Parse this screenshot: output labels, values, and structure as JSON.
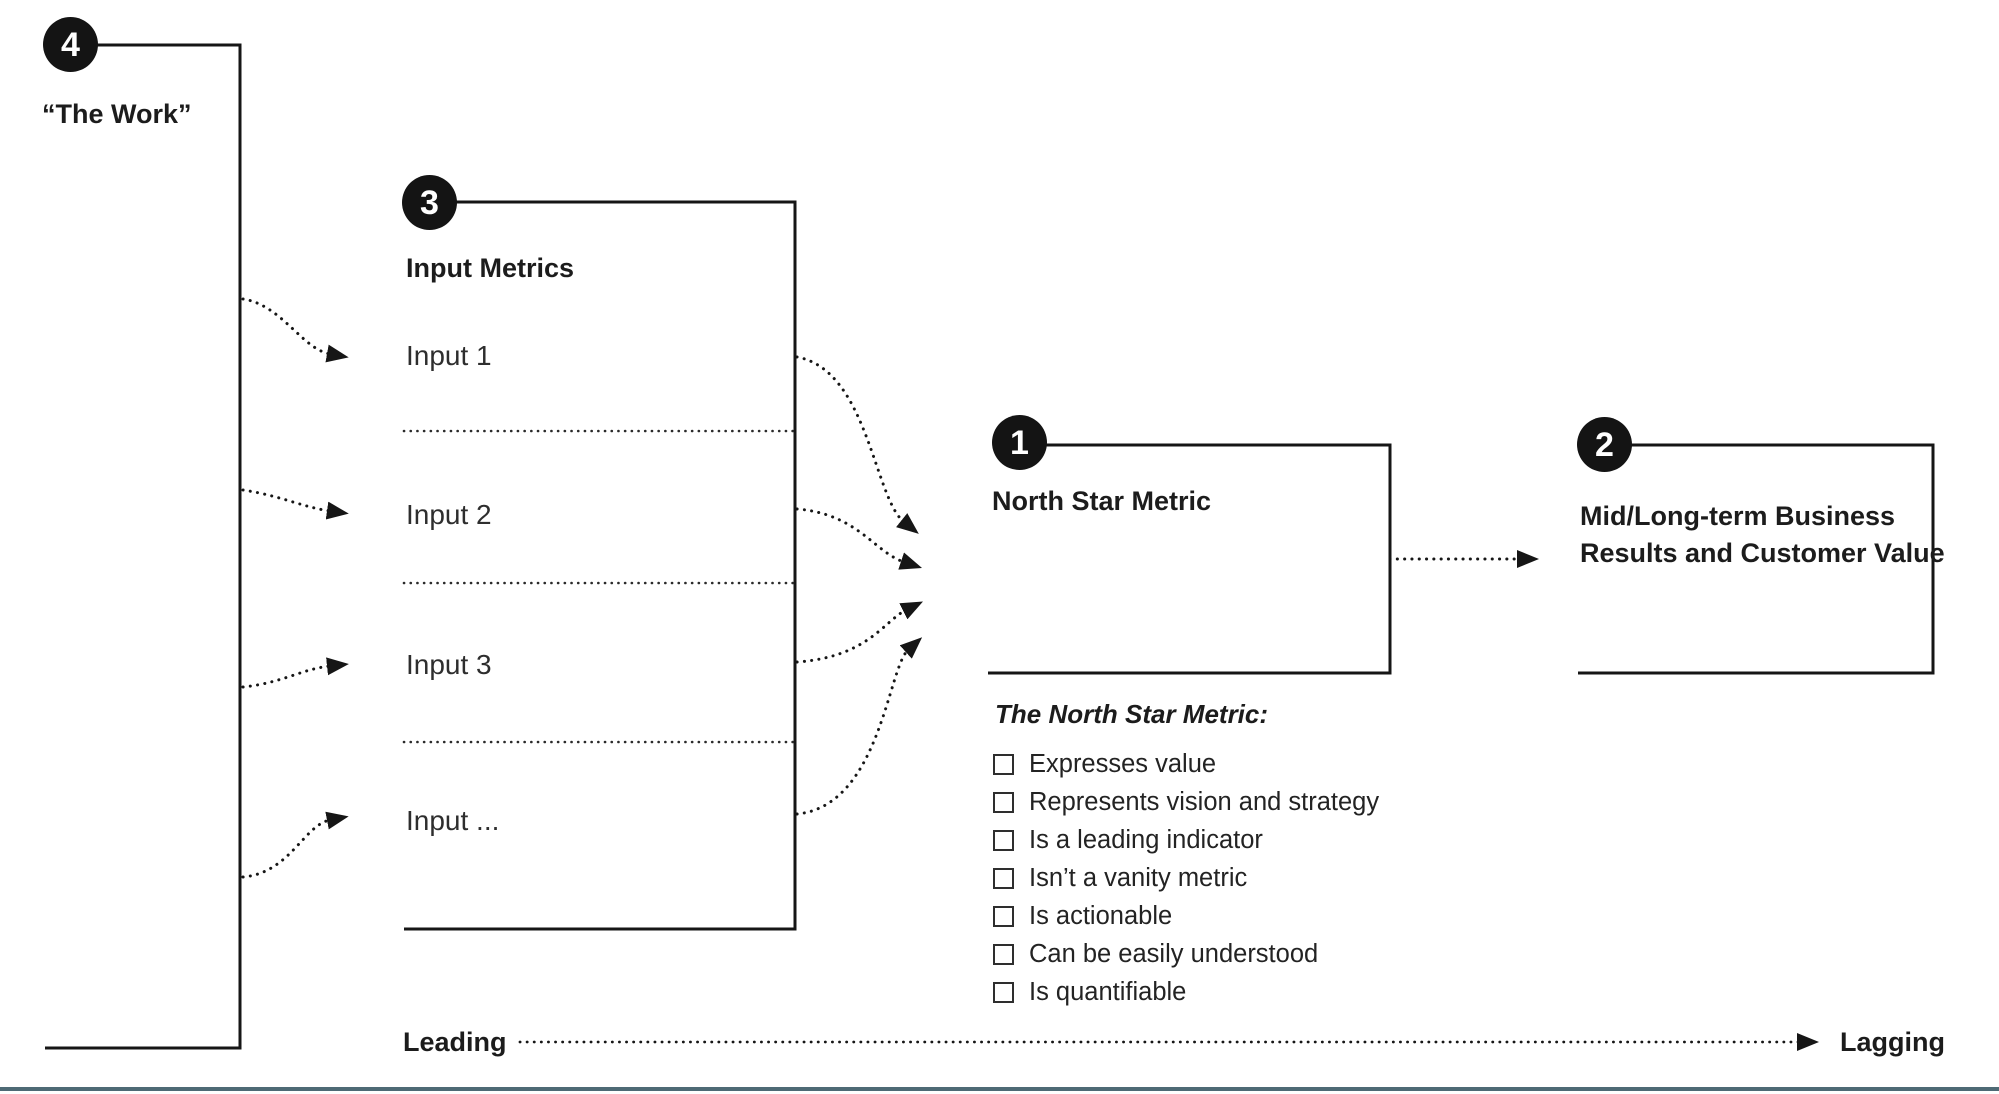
{
  "diagram": {
    "work": {
      "badge": "4",
      "label": "“The Work”"
    },
    "inputs": {
      "badge": "3",
      "title": "Input Metrics",
      "items": [
        "Input 1",
        "Input 2",
        "Input 3",
        "Input ..."
      ]
    },
    "nsm": {
      "badge": "1",
      "title": "North Star Metric"
    },
    "business": {
      "badge": "2",
      "title": "Mid/Long-term Business Results and Customer Value"
    },
    "checklist": {
      "title": "The North Star Metric:",
      "items": [
        "Expresses value",
        "Represents vision and strategy",
        "Is a leading indicator",
        "Isn’t a vanity metric",
        "Is actionable",
        "Can be easily understood",
        "Is quantifiable"
      ]
    },
    "axis": {
      "left": "Leading",
      "right": "Lagging"
    },
    "colors": {
      "ink": "#161616",
      "bottom_rule": "#4e6a75"
    }
  }
}
